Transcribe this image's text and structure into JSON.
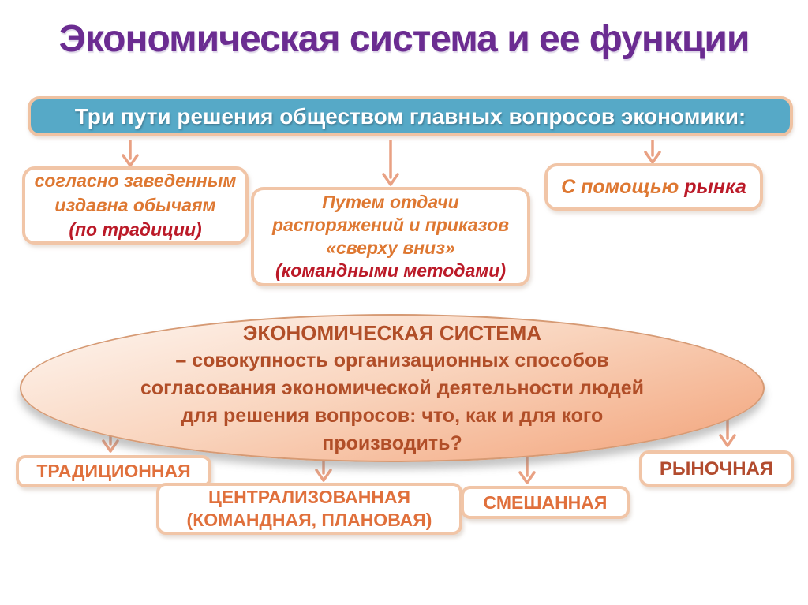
{
  "title": "Экономическая система и ее функции",
  "header": {
    "label": "Три пути решения обществом главных вопросов экономики:"
  },
  "paths": [
    {
      "lines": [
        "согласно заведенным",
        "издавна обычаям"
      ],
      "accent": "(по традиции)"
    },
    {
      "lines": [
        "Путем отдачи",
        "распоряжений и приказов",
        "«сверху вниз»"
      ],
      "accent": "(командными методами)"
    },
    {
      "lines": [
        "С помощью"
      ],
      "accent": "рынка"
    }
  ],
  "ellipse": {
    "heading": "ЭКОНОМИЧЕСКАЯ СИСТЕМА",
    "lines": [
      "– совокупность организационных способов",
      "согласования экономической деятельности людей",
      "для решения вопросов: что, как и для кого",
      "производить?"
    ]
  },
  "systems": {
    "traditional": "ТРАДИЦИОННАЯ",
    "centralized_line1": "ЦЕНТРАЛИЗОВАННАЯ",
    "centralized_line2": "(КОМАНДНАЯ, ПЛАНОВАЯ)",
    "mixed": "СМЕШАННАЯ",
    "market": "РЫНОЧНАЯ"
  },
  "colors": {
    "title_purple": "#6B2C91",
    "header_fill": "#56A9C7",
    "border_peach": "#F1C5A7",
    "arrow_peach": "#E9A183",
    "text_orange": "#DE7832",
    "text_crimson": "#BB1A28",
    "ellipse_text": "#B14E28",
    "ellipse_gradient_top": "#FDF1E9",
    "ellipse_gradient_bottom": "#F3A67E",
    "market_text": "#B24B2E"
  }
}
